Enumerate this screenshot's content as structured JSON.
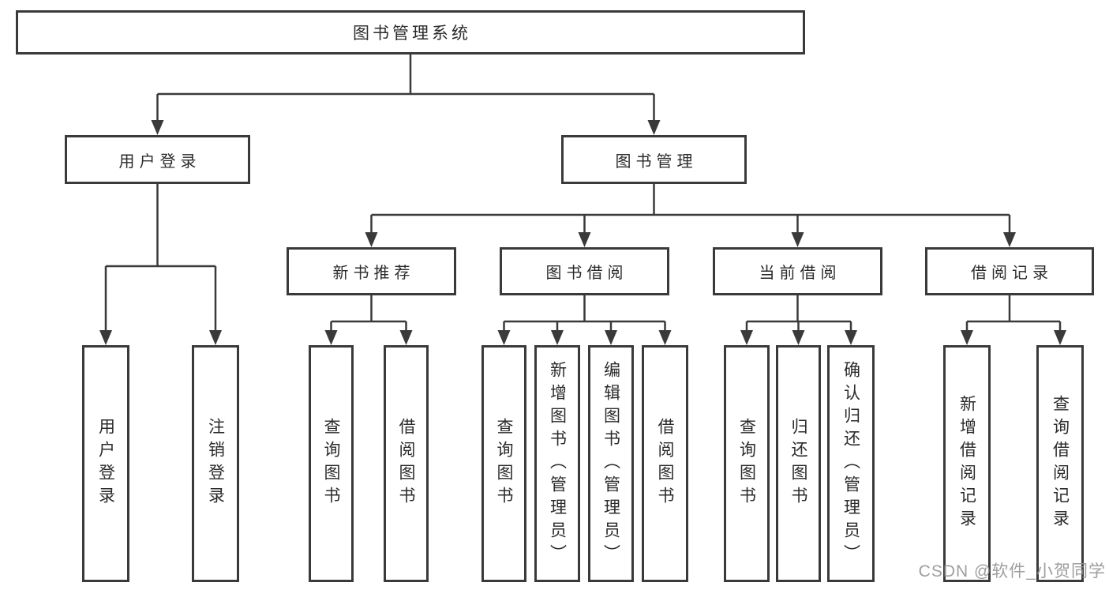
{
  "watermark": "CSDN @软件_小贺同学",
  "colors": {
    "line": "#3a3a3a",
    "box_border": "#3a3a3a",
    "text": "#2b2b2b",
    "watermark": "#949494",
    "background": "#ffffff"
  },
  "tree": {
    "root": {
      "label": "图书管理系统"
    },
    "branches": [
      {
        "label": "用户登录",
        "children": [
          {
            "label": "用户登录"
          },
          {
            "label": "注销登录"
          }
        ]
      },
      {
        "label": "图书管理",
        "children": [
          {
            "label": "新书推荐",
            "children": [
              {
                "label": "查询图书"
              },
              {
                "label": "借阅图书"
              }
            ]
          },
          {
            "label": "图书借阅",
            "children": [
              {
                "label": "查询图书"
              },
              {
                "label": "新增图书（管理员）"
              },
              {
                "label": "编辑图书（管理员）"
              },
              {
                "label": "借阅图书"
              }
            ]
          },
          {
            "label": "当前借阅",
            "children": [
              {
                "label": "查询图书"
              },
              {
                "label": "归还图书"
              },
              {
                "label": "确认归还（管理员）"
              }
            ]
          },
          {
            "label": "借阅记录",
            "children": [
              {
                "label": "新增借阅记录"
              },
              {
                "label": "查询借阅记录"
              }
            ]
          }
        ]
      }
    ]
  }
}
